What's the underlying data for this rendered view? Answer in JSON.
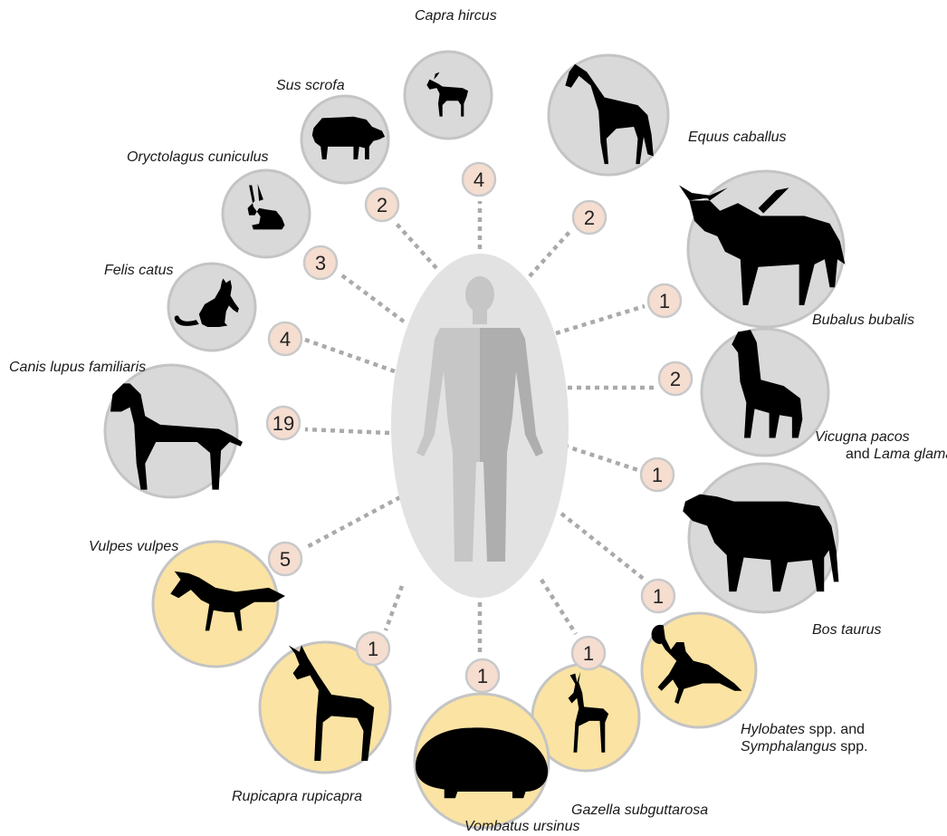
{
  "colors": {
    "domestic_fill": "#d9d9d9",
    "wild_fill": "#fbe3a3",
    "circle_stroke": "#c4c4c4",
    "count_fill": "#f5ddd0",
    "count_stroke": "#c9c9c9",
    "connector": "#aaaaaa",
    "center_ellipse": "#e2e2e2",
    "silhouette": "#000000",
    "human_light": "#c6c6c6",
    "human_dark": "#9a9a9a"
  },
  "center": {
    "name": "human-body-icon"
  },
  "species": [
    {
      "id": "capra-hircus",
      "name": "Capra hircus",
      "count": "4",
      "group": "domestic",
      "icon": "goat-icon"
    },
    {
      "id": "equus-caballus",
      "name": "Equus caballus",
      "count": "2",
      "group": "domestic",
      "icon": "horse-icon"
    },
    {
      "id": "bubalus-bubalis",
      "name": "Bubalus bubalis",
      "count": "1",
      "group": "domestic",
      "icon": "buffalo-icon"
    },
    {
      "id": "vicugna-pacos",
      "name": "Vicugna pacos",
      "name_joiner": "and",
      "name_alt": "Lama glama",
      "count": "2",
      "group": "domestic",
      "icon": "alpaca-icon"
    },
    {
      "id": "bos-taurus",
      "name": "Bos taurus",
      "count": "1",
      "group": "domestic",
      "icon": "cow-icon"
    },
    {
      "id": "hylobates",
      "name": "Hylobates",
      "name_suffix": "spp. and",
      "name_alt": "Symphalangus",
      "name_alt_suffix": "spp.",
      "count": "1",
      "group": "wild",
      "icon": "monkey-icon"
    },
    {
      "id": "gazella-subgutturosa",
      "name": "Gazella subguttarosa",
      "count": "1",
      "group": "wild",
      "icon": "gazelle-icon"
    },
    {
      "id": "vombatus-ursinus",
      "name": "Vombatus ursinus",
      "count": "1",
      "group": "wild",
      "icon": "wombat-icon"
    },
    {
      "id": "rupicapra-rupicapra",
      "name": "Rupicapra rupicapra",
      "count": "1",
      "group": "wild",
      "icon": "chamois-icon"
    },
    {
      "id": "vulpes-vulpes",
      "name": "Vulpes vulpes",
      "count": "5",
      "group": "wild",
      "icon": "fox-icon"
    },
    {
      "id": "canis-lupus-familiaris",
      "name": "Canis lupus familiaris",
      "count": "19",
      "group": "domestic",
      "icon": "dog-icon"
    },
    {
      "id": "felis-catus",
      "name": "Felis catus",
      "count": "4",
      "group": "domestic",
      "icon": "cat-icon"
    },
    {
      "id": "oryctolagus-cuniculus",
      "name": "Oryctolagus cuniculus",
      "count": "3",
      "group": "domestic",
      "icon": "rabbit-icon"
    },
    {
      "id": "sus-scrofa",
      "name": "Sus scrofa",
      "count": "2",
      "group": "domestic",
      "icon": "pig-icon"
    }
  ]
}
